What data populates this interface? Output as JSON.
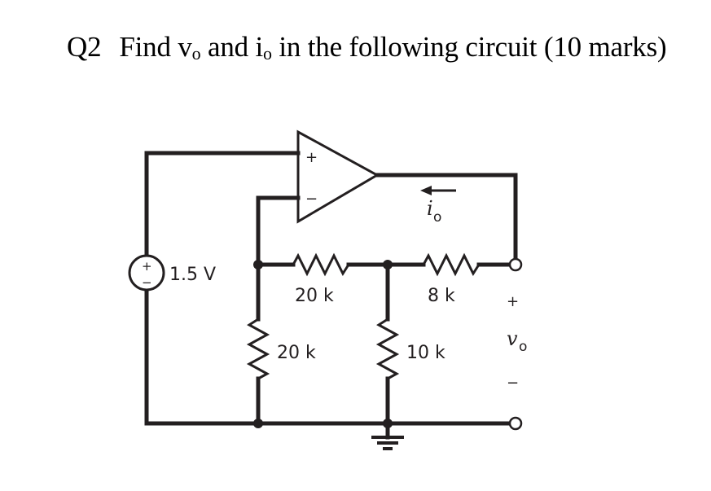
{
  "question": {
    "number": "Q2",
    "text_before_v": "Find v",
    "v_sub": "o",
    "text_mid": " and i",
    "i_sub": "o",
    "text_after": " in the following circuit (10 marks)"
  },
  "circuit": {
    "source": {
      "label": "1.5 V",
      "plus": "+",
      "minus": "−"
    },
    "opamp": {
      "plus": "+",
      "minus": "−"
    },
    "resistors": [
      {
        "id": "r-top-left",
        "label": "20 k"
      },
      {
        "id": "r-top-right",
        "label": "8 k"
      },
      {
        "id": "r-vert-left",
        "label": "20 k"
      },
      {
        "id": "r-vert-right",
        "label": "10 k"
      }
    ],
    "current": {
      "symbol": "i",
      "sub": "o"
    },
    "output_voltage": {
      "plus": "+",
      "symbol": "v",
      "sub": "o",
      "minus": "−"
    }
  }
}
